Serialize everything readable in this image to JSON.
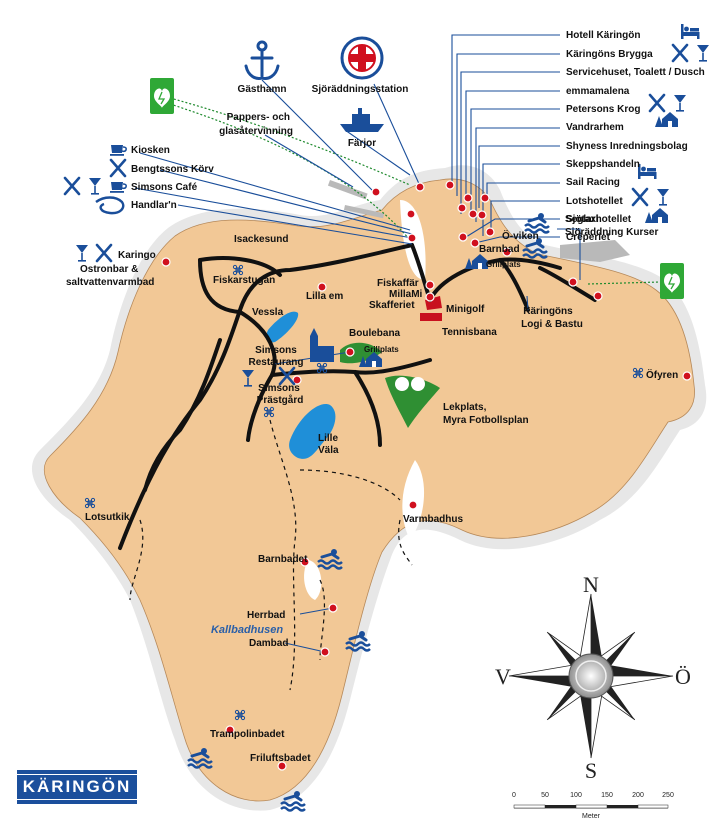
{
  "brand": {
    "logo_text": "KÄRINGÖN"
  },
  "colors": {
    "land": "#f2c896",
    "coast": "#e6e6e6",
    "water": "#1f8fd8",
    "road": "#111111",
    "poi": "#d0101e",
    "park": "#2f8f33",
    "accent": "#1a4e9a",
    "aed": "#2fa836",
    "tennis": "#c8101e"
  },
  "labels": {
    "hotell_karingon": "Hotell Käringön",
    "karingons_brygga": "Käringöns Brygga",
    "servicehuset": "Servicehuset, Toalett / Dusch",
    "emmamalena": "emmamalena",
    "petersons_krog": "Petersons Krog",
    "vandrarhem": "Vandrarhem",
    "shyness": "Shyness Inredningsbolag",
    "skeppshandeln": "Skeppshandeln",
    "sail_racing": "Sail Racing",
    "lotshotellet": "Lotshotellet",
    "sjotaxi": "Sjötaxi",
    "creperiet": "Crêperiet",
    "seglarhotellet": "Seglarhotellet",
    "sjoraddning_kurser": "Sjöräddning Kurser",
    "gasthamn": "Gästhamn",
    "sjoraddningsstation": "Sjöräddningsstation",
    "pappers_1": "Pappers- och",
    "pappers_2": "glasåtervinning",
    "farjor": "Färjor",
    "kiosken": "Kiosken",
    "bengtssons_korv": "Bengtssons Körv",
    "simsons_cafe": "Simsons Café",
    "handlarn": "Handlar'n",
    "karingo_1": "Karingo",
    "karingo_2": "Ostronbar &",
    "karingo_3": "saltvattenvarmbad",
    "isackesund": "Isackesund",
    "fiskarstugan": "Fiskarstugan",
    "lilla_em": "Lilla em",
    "fiskaffar": "Fiskaffär",
    "millami": "MillaMi",
    "skafferiet": "Skafferiet",
    "minigolf": "Minigolf",
    "tennisbana": "Tennisbana",
    "o_viken": "Ö-viken",
    "barnbad_top": "Barnbad",
    "grillplats_top": "Grillplats",
    "karingons_logi_1": "Käringöns",
    "karingons_logi_2": "Logi & Bastu",
    "vessla": "Vessla",
    "boulebana": "Boulebana",
    "grillplats_mid": "Grillplats",
    "simsons_restaurang_1": "Simsons",
    "simsons_restaurang_2": "Restaurang",
    "simsons_prastgard_1": "Simsons",
    "simsons_prastgard_2": "Prästgård",
    "lekplats_1": "Lekplats,",
    "lekplats_2": "Myra Fotbollsplan",
    "lille_vala_1": "Lille",
    "lille_vala_2": "Väla",
    "ofyren": "Öfyren",
    "lotsutkik": "Lotsutkik",
    "varmbadhus": "Varmbadhus",
    "barnbadet": "Barnbadet",
    "herrbad": "Herrbad",
    "kallbadhusen": "Kallbadhusen",
    "dambad": "Dambad",
    "trampolinbadet": "Trampolinbadet",
    "friluftsbadet": "Friluftsbadet"
  },
  "compass": {
    "n": "N",
    "e": "Ö",
    "s": "S",
    "w": "V"
  },
  "scale": {
    "ticks": [
      "0",
      "50",
      "100",
      "150",
      "200",
      "250"
    ],
    "unit": "Meter"
  },
  "icons": [
    "anchor-icon",
    "rescue-station-icon",
    "ferry-icon",
    "aed-icon",
    "cafe-cup-icon",
    "restaurant-icon",
    "bar-glass-icon",
    "post-horn-icon",
    "bed-icon",
    "hostel-icon",
    "swimming-icon",
    "place-of-interest-icon",
    "church-icon",
    "playground-icon",
    "compass-rose-icon"
  ]
}
